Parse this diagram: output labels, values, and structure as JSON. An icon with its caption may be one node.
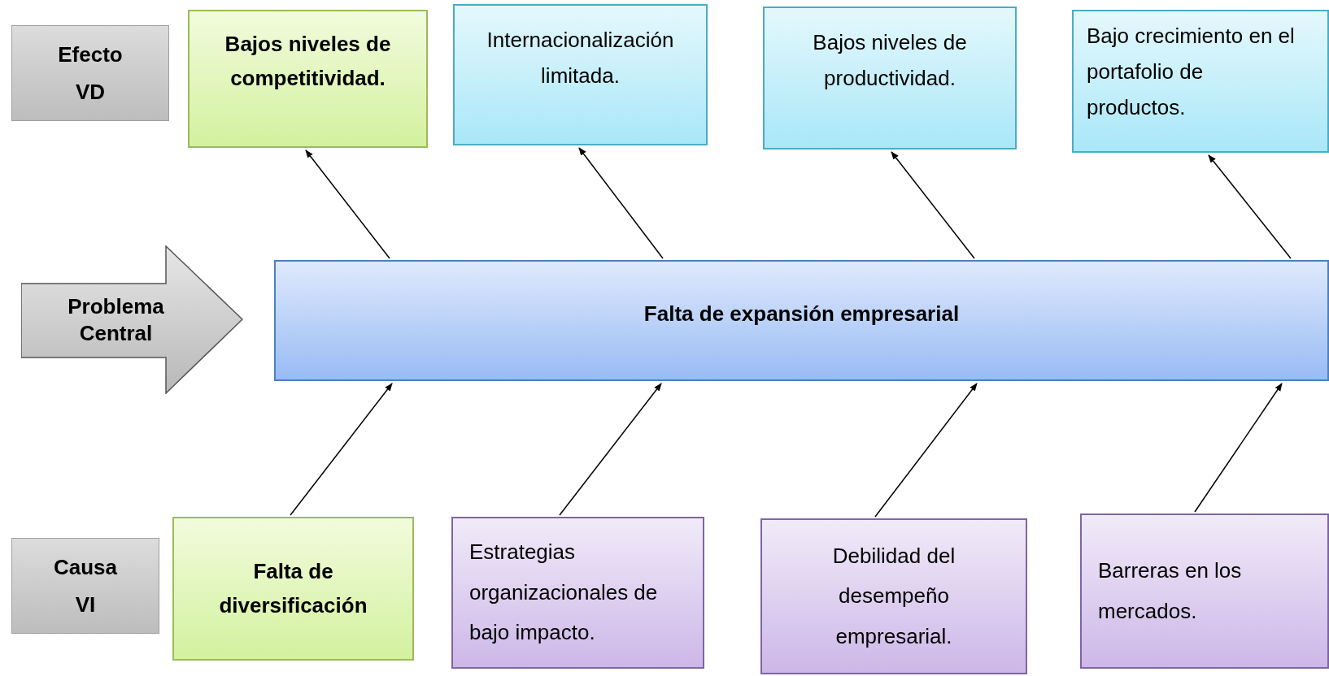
{
  "diagram": {
    "nodes": [
      {
        "text": [
          "Efecto",
          "VD"
        ]
      },
      {
        "text": [
          "Bajos niveles de competitividad."
        ]
      },
      {
        "text": [
          "Internacionalización limitada."
        ]
      },
      {
        "text": [
          "Bajos niveles de productividad."
        ]
      },
      {
        "text": [
          "Bajo crecimiento en el portafolio de productos."
        ]
      },
      {
        "text": [
          "Problema Central"
        ]
      },
      {
        "text": [
          "Falta de expansión empresarial"
        ]
      },
      {
        "text": [
          "Causa",
          "VI"
        ]
      },
      {
        "text": [
          "Falta de diversificación"
        ]
      },
      {
        "text": [
          "Estrategias organizacionales de bajo impacto."
        ]
      },
      {
        "text": [
          "Debilidad del desempeño empresarial."
        ]
      },
      {
        "text": [
          "Barreras en los mercados."
        ]
      }
    ],
    "edges": [
      {
        "from": 6,
        "to": 1,
        "arrow": "to"
      },
      {
        "from": 6,
        "to": 2,
        "arrow": "to"
      },
      {
        "from": 6,
        "to": 3,
        "arrow": "to"
      },
      {
        "from": 6,
        "to": 4,
        "arrow": "to"
      },
      {
        "from": 8,
        "to": 6,
        "arrow": "to"
      },
      {
        "from": 9,
        "to": 6,
        "arrow": "to"
      },
      {
        "from": 10,
        "to": 6,
        "arrow": "to"
      },
      {
        "from": 11,
        "to": 6,
        "arrow": "to"
      }
    ]
  }
}
